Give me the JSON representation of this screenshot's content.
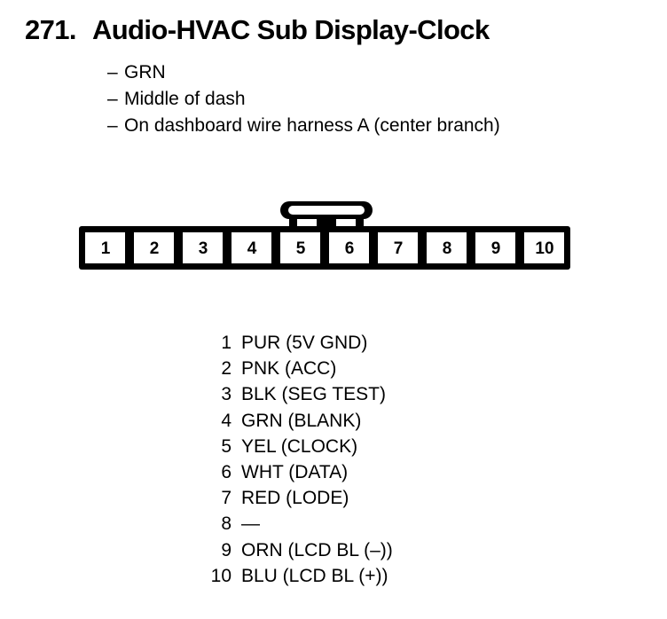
{
  "page": {
    "background_color": "#ffffff",
    "ink_color": "#000000"
  },
  "header": {
    "number": "271.",
    "title": "Audio-HVAC Sub Display-Clock",
    "notes": [
      {
        "dash": "–",
        "text": "GRN"
      },
      {
        "dash": "–",
        "text": "Middle of dash"
      },
      {
        "dash": "–",
        "text": "On dashboard wire harness A (center branch)"
      }
    ]
  },
  "connector": {
    "type": "10-way inline connector",
    "tab_position": "top-center",
    "tab_between_pins": "5-6",
    "pin_count": 10,
    "pins": [
      "1",
      "2",
      "3",
      "4",
      "5",
      "6",
      "7",
      "8",
      "9",
      "10"
    ]
  },
  "pinout": {
    "rows": [
      {
        "pin": "1",
        "label": "PUR (5V GND)"
      },
      {
        "pin": "2",
        "label": "PNK (ACC)"
      },
      {
        "pin": "3",
        "label": "BLK (SEG TEST)"
      },
      {
        "pin": "4",
        "label": "GRN (BLANK)"
      },
      {
        "pin": "5",
        "label": "YEL (CLOCK)"
      },
      {
        "pin": "6",
        "label": "WHT (DATA)"
      },
      {
        "pin": "7",
        "label": "RED (LODE)"
      },
      {
        "pin": "8",
        "label": "—"
      },
      {
        "pin": "9",
        "label": "ORN (LCD BL (–))"
      },
      {
        "pin": "10",
        "label": "BLU (LCD BL (+))"
      }
    ]
  }
}
